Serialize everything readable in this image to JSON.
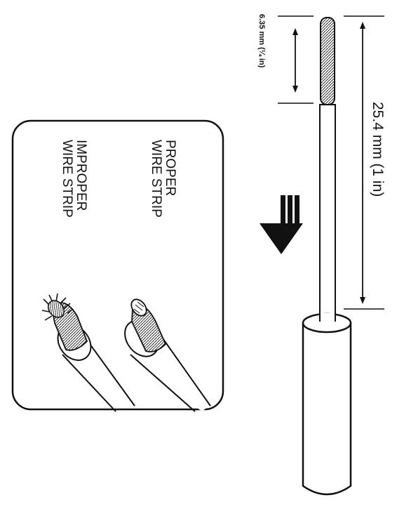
{
  "dimensions": {
    "short_strip": "6.35 mm (¼ in)",
    "long_strip": "25.4 mm (1 in)"
  },
  "inset": {
    "proper_line1": "PROPER",
    "proper_line2": "WIRE STRIP",
    "improper_line1": "IMPROPER",
    "improper_line2": "WIRE STRIP"
  },
  "colors": {
    "ink": "#111111",
    "paper": "#ffffff"
  },
  "icons": [
    "down-arrow-icon"
  ]
}
